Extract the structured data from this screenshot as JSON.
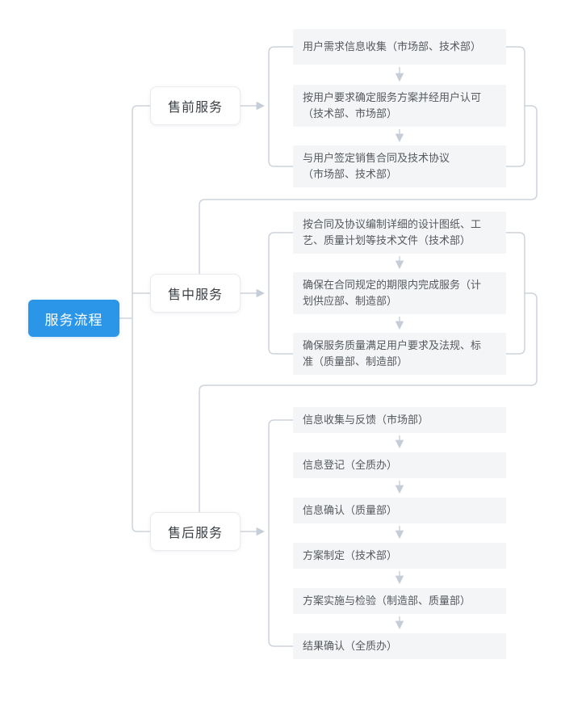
{
  "diagram": {
    "root": {
      "label": "服务流程"
    },
    "branches": [
      {
        "label": "售前服务",
        "steps": [
          "用户需求信息收集（市场部、技术部）",
          "按用户要求确定服务方案并经用户认可\n（技术部、市场部）",
          "与用户签定销售合同及技术协议\n（市场部、技术部）"
        ]
      },
      {
        "label": "售中服务",
        "steps": [
          "按合同及协议编制详细的设计图纸、工\n艺、质量计划等技术文件（技术部）",
          "确保在合同规定的期限内完成服务（计\n划供应部、制造部）",
          "确保服务质量满足用户要求及法规、标\n准（质量部、制造部）"
        ]
      },
      {
        "label": "售后服务",
        "steps": [
          "信息收集与反馈（市场部）",
          "信息登记（全质办）",
          "信息确认（质量部）",
          "方案制定（技术部）",
          "方案实施与检验（制造部、质量部）",
          "结果确认（全质办）"
        ]
      }
    ],
    "colors": {
      "root_bg": "#2b95e8",
      "root_text": "#ffffff",
      "branch_text": "#3a3f44",
      "branch_border": "#e8ecef",
      "step_bg": "#f4f5f6",
      "step_text": "#55595f",
      "connector": "#ccd4db",
      "arrowhead": "#c5ced6"
    }
  }
}
